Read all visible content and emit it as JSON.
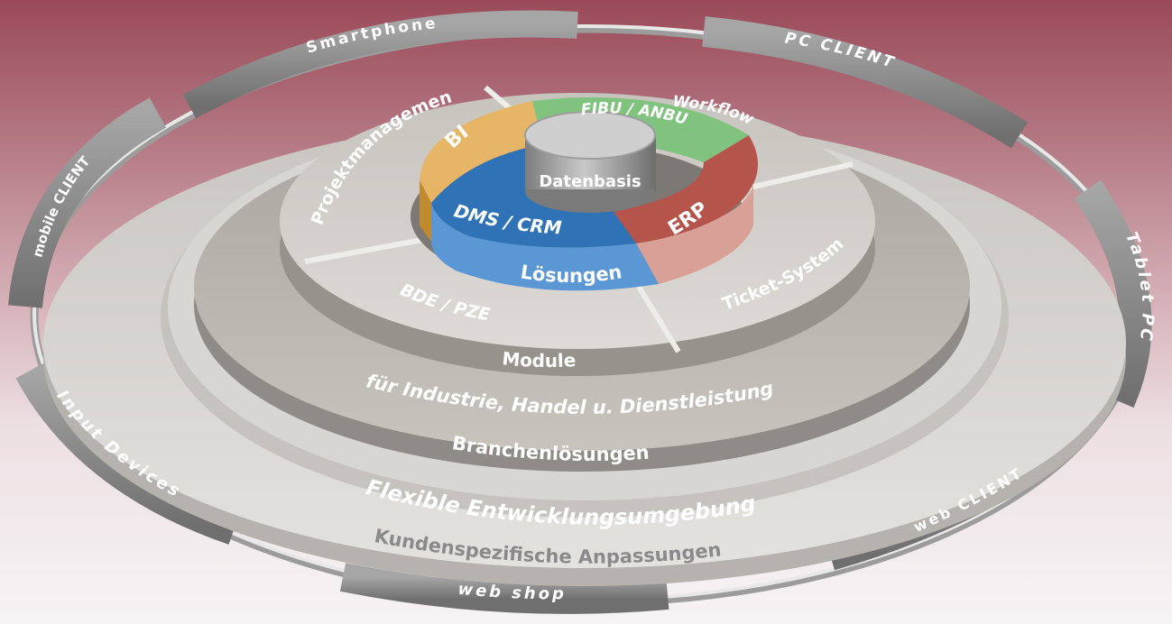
{
  "outer_ring": {
    "segments": [
      "Smartphone",
      "PC CLIENT",
      "Tablet PC",
      "web CLIENT",
      "web shop",
      "Input Devices",
      "mobile CLIENT"
    ]
  },
  "rings": {
    "kundenspezifisch": "Kundenspezifische Anpassungen",
    "flexibel": "Flexible Entwicklungsumgebung",
    "branchen_sub": "für Industrie, Handel u. Dienstleistung",
    "branchen": "Branchenlösungen",
    "module": "Module"
  },
  "modules": {
    "projektmanagement": "Projektmanagement",
    "workflow": "Workflow",
    "ticket": "Ticket-System",
    "bde": "BDE / PZE"
  },
  "solutions": {
    "bi": "BI",
    "fibu": "FIBU / ANBU",
    "erp": "ERP",
    "dms": "DMS / CRM",
    "loesungen": "Lösungen"
  },
  "core": {
    "datenbasis": "Datenbasis"
  },
  "colors": {
    "bi": "#e6b565",
    "fibu": "#7fc37f",
    "erp": "#b4544a",
    "dms": "#2f73b6",
    "ring_light": "#d9d7d4",
    "ring_mid": "#b9b5b0",
    "segment": "#8c8c8c"
  }
}
